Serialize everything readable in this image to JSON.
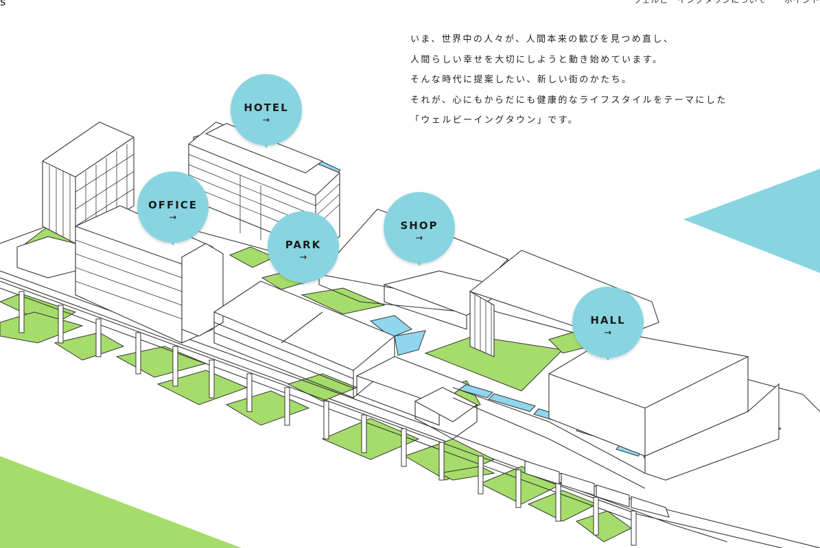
{
  "header": {
    "corner_mark": "s",
    "nav": [
      "ウェルビーイングタウンについて",
      "ポイント"
    ]
  },
  "intro": {
    "lines": [
      "いま、世界中の人々が、人間本来の歓びを見つめ直し、",
      "人間らしい幸せを大切にしようと動き始めています。",
      "そんな時代に提案したい、新しい街のかたち。",
      "それが、心にもからだにも健康的なライフスタイルをテーマにした",
      "「ウェルビーイングタウン」です。"
    ]
  },
  "pins": {
    "hotel": {
      "label": "HOTEL",
      "arrow": "→"
    },
    "office": {
      "label": "OFFICE",
      "arrow": "→"
    },
    "park": {
      "label": "PARK",
      "arrow": "→"
    },
    "shop": {
      "label": "SHOP",
      "arrow": "→"
    },
    "hall": {
      "label": "HALL",
      "arrow": "→"
    }
  },
  "colors": {
    "accent_blue": "#88d5e1",
    "lawn_green": "#a6dc6b",
    "water_blue": "#8fd6ee",
    "line": "#333333"
  }
}
